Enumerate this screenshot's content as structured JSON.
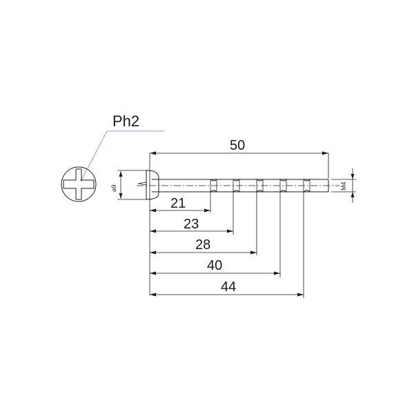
{
  "drive_label": "Ph2",
  "head_diameter_label": "⌀9",
  "thread_label": "M4",
  "dimensions": {
    "overall": "50",
    "d21": "21",
    "d23": "23",
    "d28": "28",
    "d40": "40",
    "d44": "44"
  }
}
